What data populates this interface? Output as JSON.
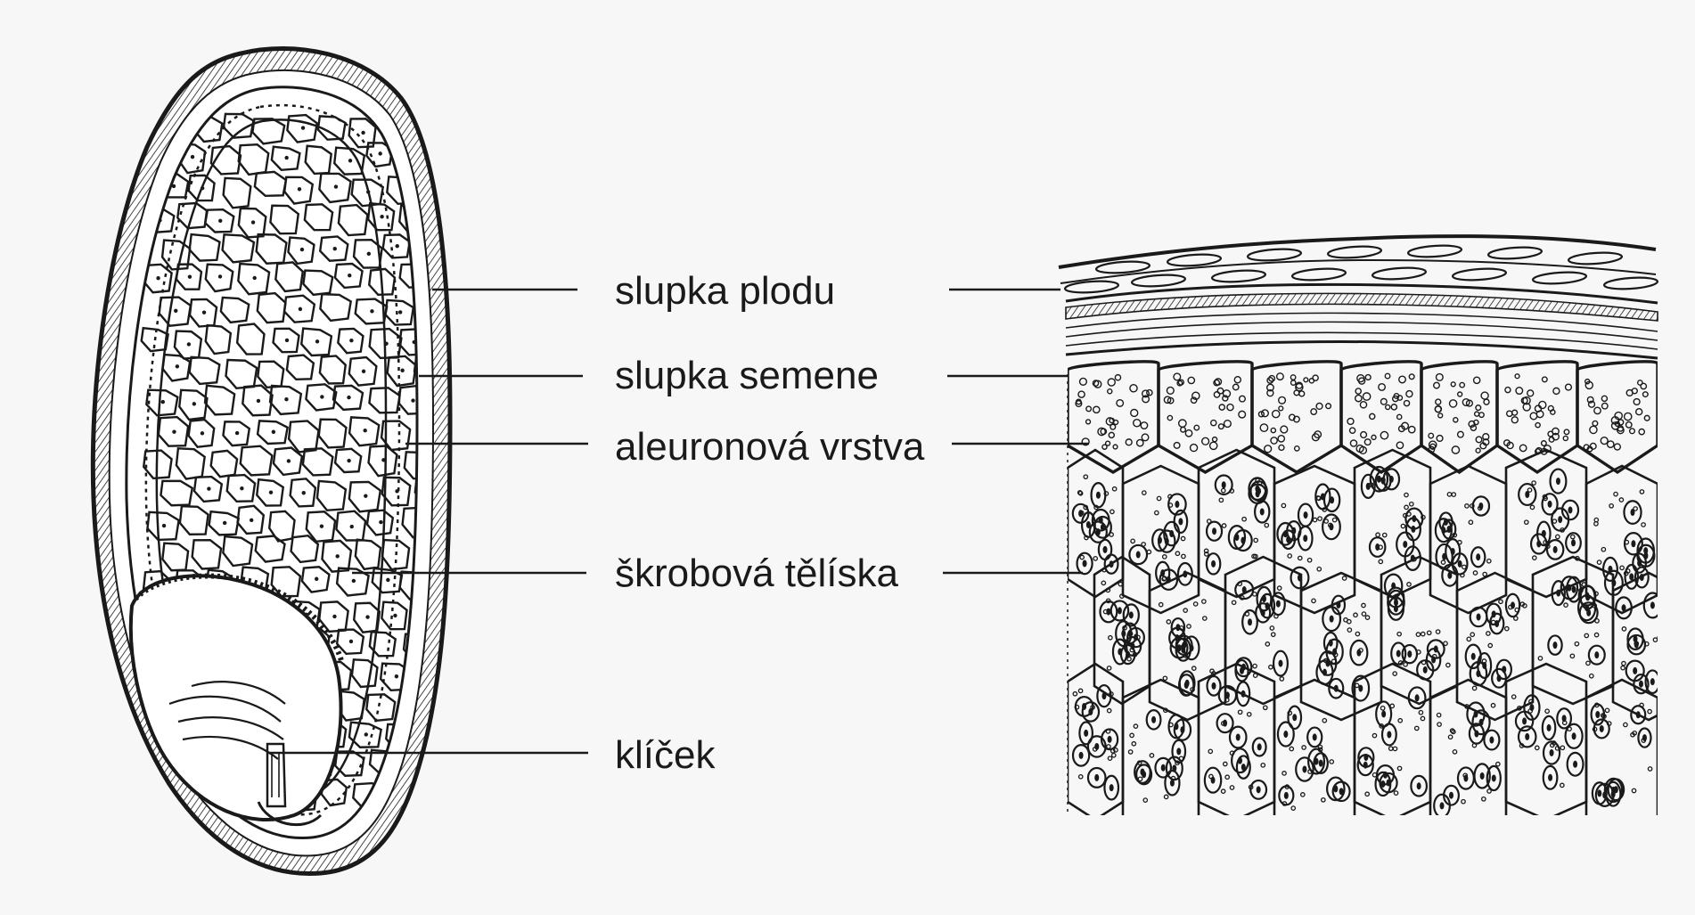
{
  "labels": {
    "fruit_coat": "slupka plodu",
    "seed_coat": "slupka semene",
    "aleurone_layer": "aleuronová vrstva",
    "starch_grains": "škrobová tělíska",
    "germ": "klíček"
  },
  "colors": {
    "ink": "#1a1a1a",
    "paper": "#f7f7f7",
    "ghost_text": "#e6e6e6"
  }
}
